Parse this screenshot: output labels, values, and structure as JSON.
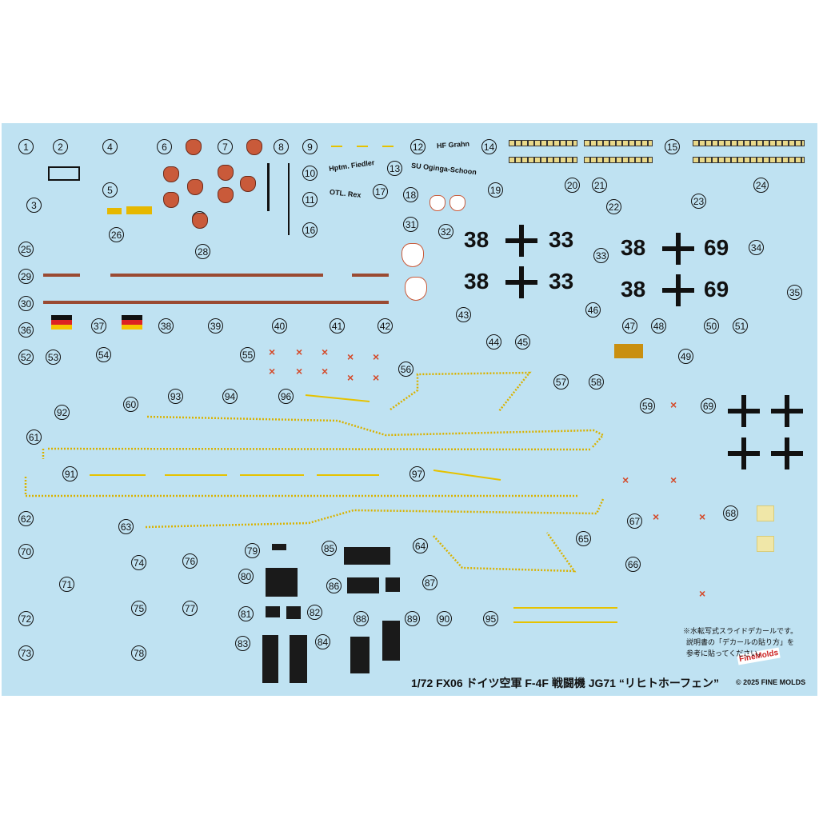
{
  "footer": {
    "title": "1/72 FX06 ドイツ空軍 F-4F 戦闘機 JG71 “リヒトホーフェン”",
    "copyright": "© 2025 FINE MOLDS",
    "brand": "FineMolds",
    "note_line1": "※水転写式スライドデカールです。",
    "note_line2": "説明書の「デカールの貼り方」を",
    "note_line3": "参考に貼ってください。"
  },
  "texts": {
    "t12": "HF Grahn",
    "t10": "Hptm. Fiedler",
    "t13": "SU Oginga-Schoon",
    "t11": "OTL. Rex"
  },
  "codes": {
    "c1a": "38",
    "c1b": "33",
    "c2a": "38",
    "c2b": "33",
    "c3a": "38",
    "c3b": "69",
    "c4a": "38",
    "c4b": "69"
  },
  "numbers": [
    "1",
    "2",
    "3",
    "4",
    "5",
    "6",
    "7",
    "8",
    "9",
    "10",
    "11",
    "12",
    "13",
    "14",
    "15",
    "16",
    "17",
    "18",
    "19",
    "20",
    "21",
    "22",
    "23",
    "24",
    "25",
    "26",
    "27",
    "28",
    "29",
    "30",
    "31",
    "32",
    "33",
    "34",
    "35",
    "36",
    "37",
    "38",
    "39",
    "40",
    "41",
    "42",
    "43",
    "44",
    "45",
    "46",
    "47",
    "48",
    "49",
    "50",
    "51",
    "52",
    "53",
    "54",
    "55",
    "56",
    "57",
    "58",
    "59",
    "60",
    "61",
    "62",
    "63",
    "64",
    "65",
    "66",
    "67",
    "68",
    "69",
    "70",
    "71",
    "72",
    "73",
    "74",
    "75",
    "76",
    "77",
    "78",
    "79",
    "80",
    "81",
    "82",
    "83",
    "84",
    "85",
    "86",
    "87",
    "88",
    "89",
    "90",
    "91",
    "92",
    "93",
    "94",
    "95",
    "96",
    "97"
  ],
  "colors": {
    "sheet": "#bfe2f2",
    "red_stripe": "#9a4a32",
    "yellow": "#f0e7a8"
  }
}
